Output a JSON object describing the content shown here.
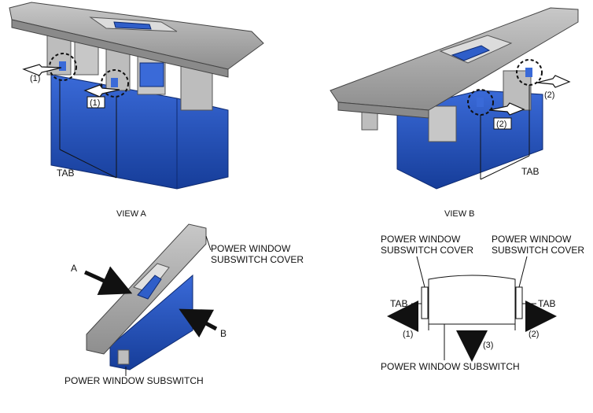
{
  "view_a": {
    "caption": "VIEW A",
    "tab_label": "TAB",
    "step_1a": "(1)",
    "step_1b": "(1)"
  },
  "view_b": {
    "caption": "VIEW B",
    "tab_label": "TAB",
    "step_2a": "(2)",
    "step_2b": "(2)"
  },
  "overview": {
    "arrow_a": "A",
    "arrow_b": "B",
    "cover_line1": "POWER WINDOW",
    "cover_line2": "SUBSWITCH COVER",
    "switch_label": "POWER WINDOW SUBSWITCH"
  },
  "section": {
    "cover_left_line1": "POWER WINDOW",
    "cover_left_line2": "SUBSWITCH COVER",
    "cover_right_line1": "POWER WINDOW",
    "cover_right_line2": "SUBSWITCH COVER",
    "tab_left": "TAB",
    "tab_right": "TAB",
    "step_left": "(1)",
    "step_right": "(2)",
    "step_down": "(3)",
    "switch_label": "POWER WINDOW SUBSWITCH"
  },
  "colors": {
    "cover_gray": "#a9a9a9",
    "switch_blue": "#1f4fb3",
    "ink": "#111111"
  }
}
